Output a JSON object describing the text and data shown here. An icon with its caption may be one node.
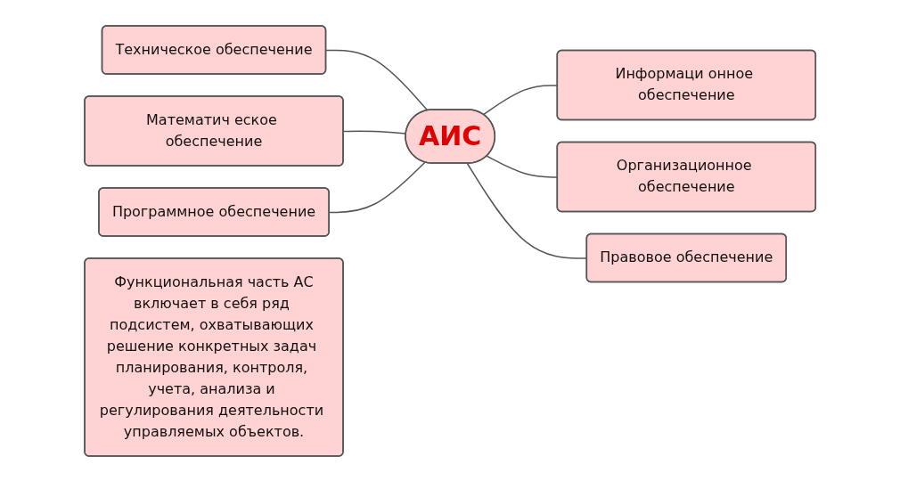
{
  "diagram": {
    "nodes": [
      {
        "text": [
          "АИС"
        ]
      },
      {
        "text": [
          "Техническое обеспечение"
        ]
      },
      {
        "text": [
          "Информаци онное обеспечение"
        ]
      },
      {
        "text": [
          "Математич еское обеспечение"
        ]
      },
      {
        "text": [
          "Организационное обеспечение"
        ]
      },
      {
        "text": [
          "Программное обеспечение"
        ]
      },
      {
        "text": [
          "Правовое обеспечение"
        ]
      },
      {
        "text": [
          "Функциональная часть АС",
          "включает в себя ряд подсистем, охватывающих решение конкретных задач планирования, контроля, учета, анализа и регулирования деятельности управляемых объектов."
        ]
      }
    ],
    "edges": [
      {
        "from": 1,
        "to": 0,
        "arrow": "none"
      },
      {
        "from": 0,
        "to": 2,
        "arrow": "none"
      },
      {
        "from": 3,
        "to": 0,
        "arrow": "none"
      },
      {
        "from": 0,
        "to": 4,
        "arrow": "none"
      },
      {
        "from": 5,
        "to": 0,
        "arrow": "none"
      },
      {
        "from": 0,
        "to": 6,
        "arrow": "none"
      }
    ]
  }
}
